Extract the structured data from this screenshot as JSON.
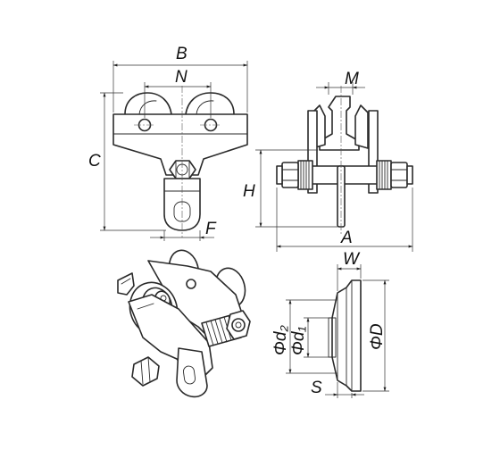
{
  "labels": {
    "B": "B",
    "N": "N",
    "C": "C",
    "F": "F",
    "M": "M",
    "H": "H",
    "A": "A",
    "W": "W",
    "d2": "Φd₂",
    "d1": "Φd₁",
    "D": "ΦD",
    "S": "S"
  }
}
